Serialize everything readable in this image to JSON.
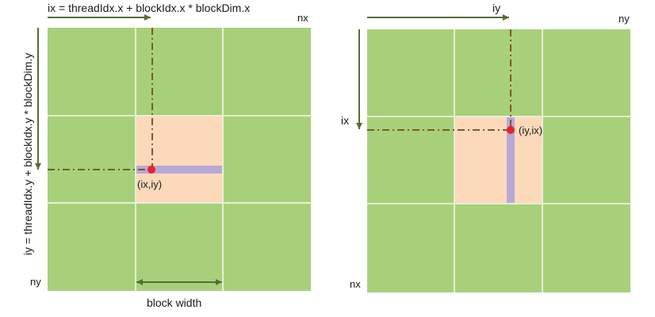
{
  "colors": {
    "cell_fill": "#a8d07a",
    "cell_border": "#e6f0d2",
    "highlight_block": "#fdd9bb",
    "thread_strip": "#b8a8d6",
    "point": "#e8222c",
    "arrow": "#5a6b35",
    "dashdot": "#7a5a2e"
  },
  "left": {
    "ix_formula": "ix = threadIdx.x + blockIdx.x * blockDim.x",
    "iy_formula": "iy = threadIdx.y + blockIdx.y * blockDim.y",
    "nx_label": "nx",
    "ny_label": "ny",
    "point_label": "(ix,iy)",
    "block_width_label": "block width"
  },
  "right": {
    "iy_label": "iy",
    "ix_label": "ix",
    "ny_label": "ny",
    "nx_label": "nx",
    "point_label": "(iy,ix)"
  }
}
